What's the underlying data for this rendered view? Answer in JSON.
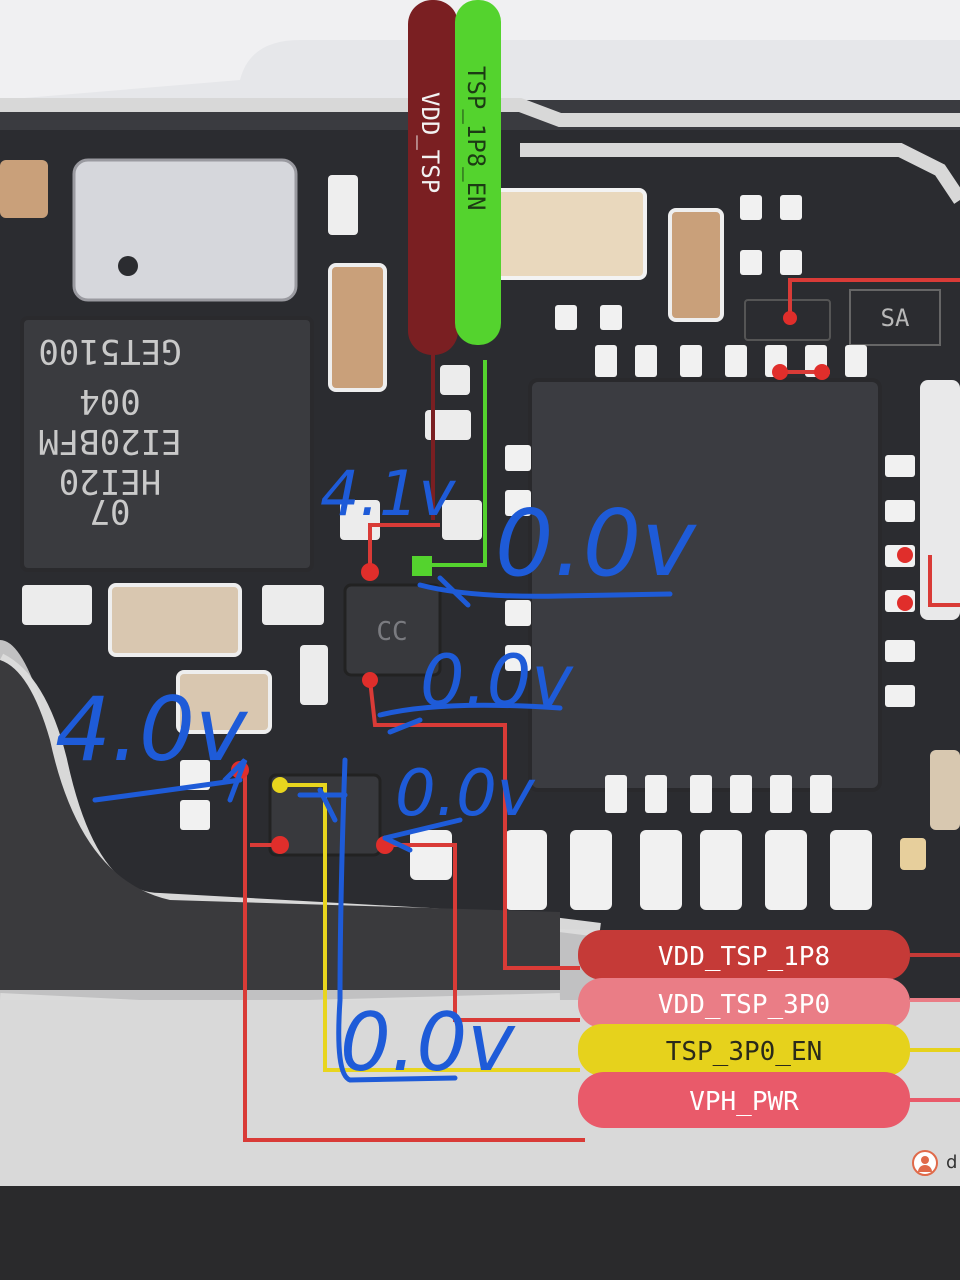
{
  "vertical_nets": [
    "VDD_TSP",
    "TSP_1P8_EN"
  ],
  "chip_marking": [
    "GET5100",
    "004",
    "EI20BFM",
    "HEI20",
    "07"
  ],
  "ic_label": "CC",
  "side_label": "SA",
  "net_pills": [
    {
      "label": "VDD_TSP_1P8",
      "color": "#c53a37"
    },
    {
      "label": "VDD_TSP_3P0",
      "color": "#ea7d86"
    },
    {
      "label": "TSP_3P0_EN",
      "color": "#e6d21c"
    },
    {
      "label": "VPH_PWR",
      "color": "#e95a6a"
    }
  ],
  "annotations": [
    "4.1v",
    "0.0v",
    "0.0v",
    "4.0v",
    "0.0v",
    "0.0v"
  ],
  "user_initial": "d",
  "colors": {
    "ink": "#1e5bd8",
    "vdd_tsp": "#7a1f22",
    "tsp_1p8_en": "#54d32e",
    "board": "#2b2c30",
    "trace_outline": "#d8d8d8"
  }
}
